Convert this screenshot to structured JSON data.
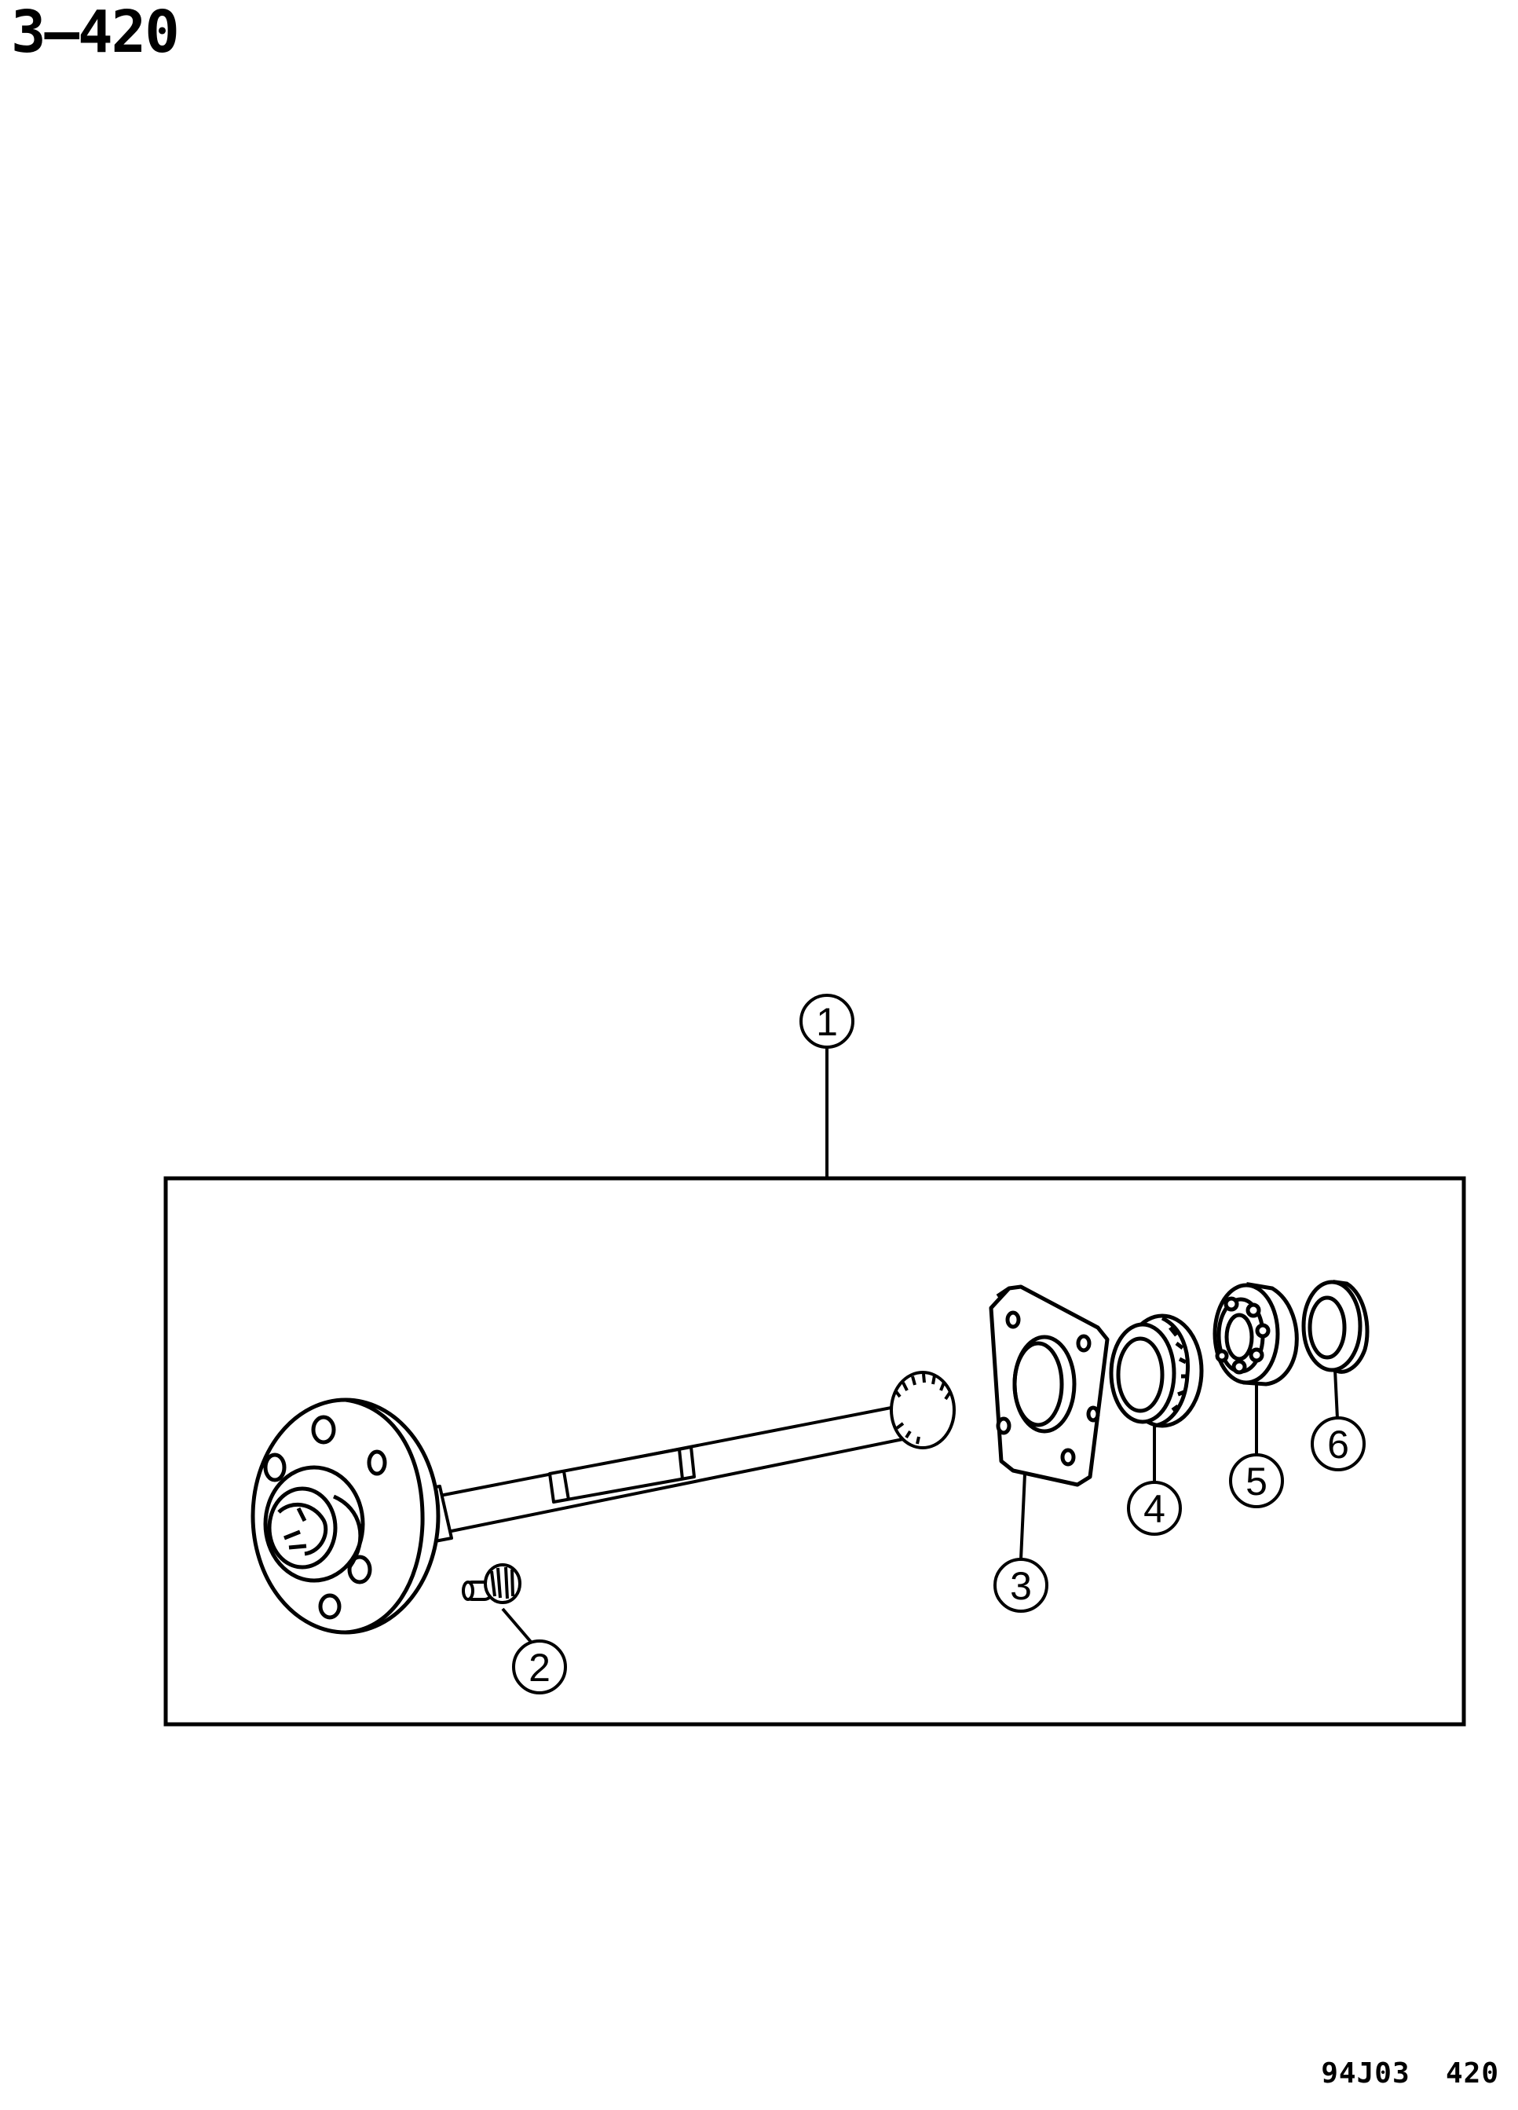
{
  "header": {
    "page_number": "3–420"
  },
  "footer": {
    "figure_code": "94J03  420"
  },
  "callouts": [
    {
      "label": "1"
    },
    {
      "label": "2"
    },
    {
      "label": "3"
    },
    {
      "label": "4"
    },
    {
      "label": "5"
    },
    {
      "label": "6"
    }
  ]
}
